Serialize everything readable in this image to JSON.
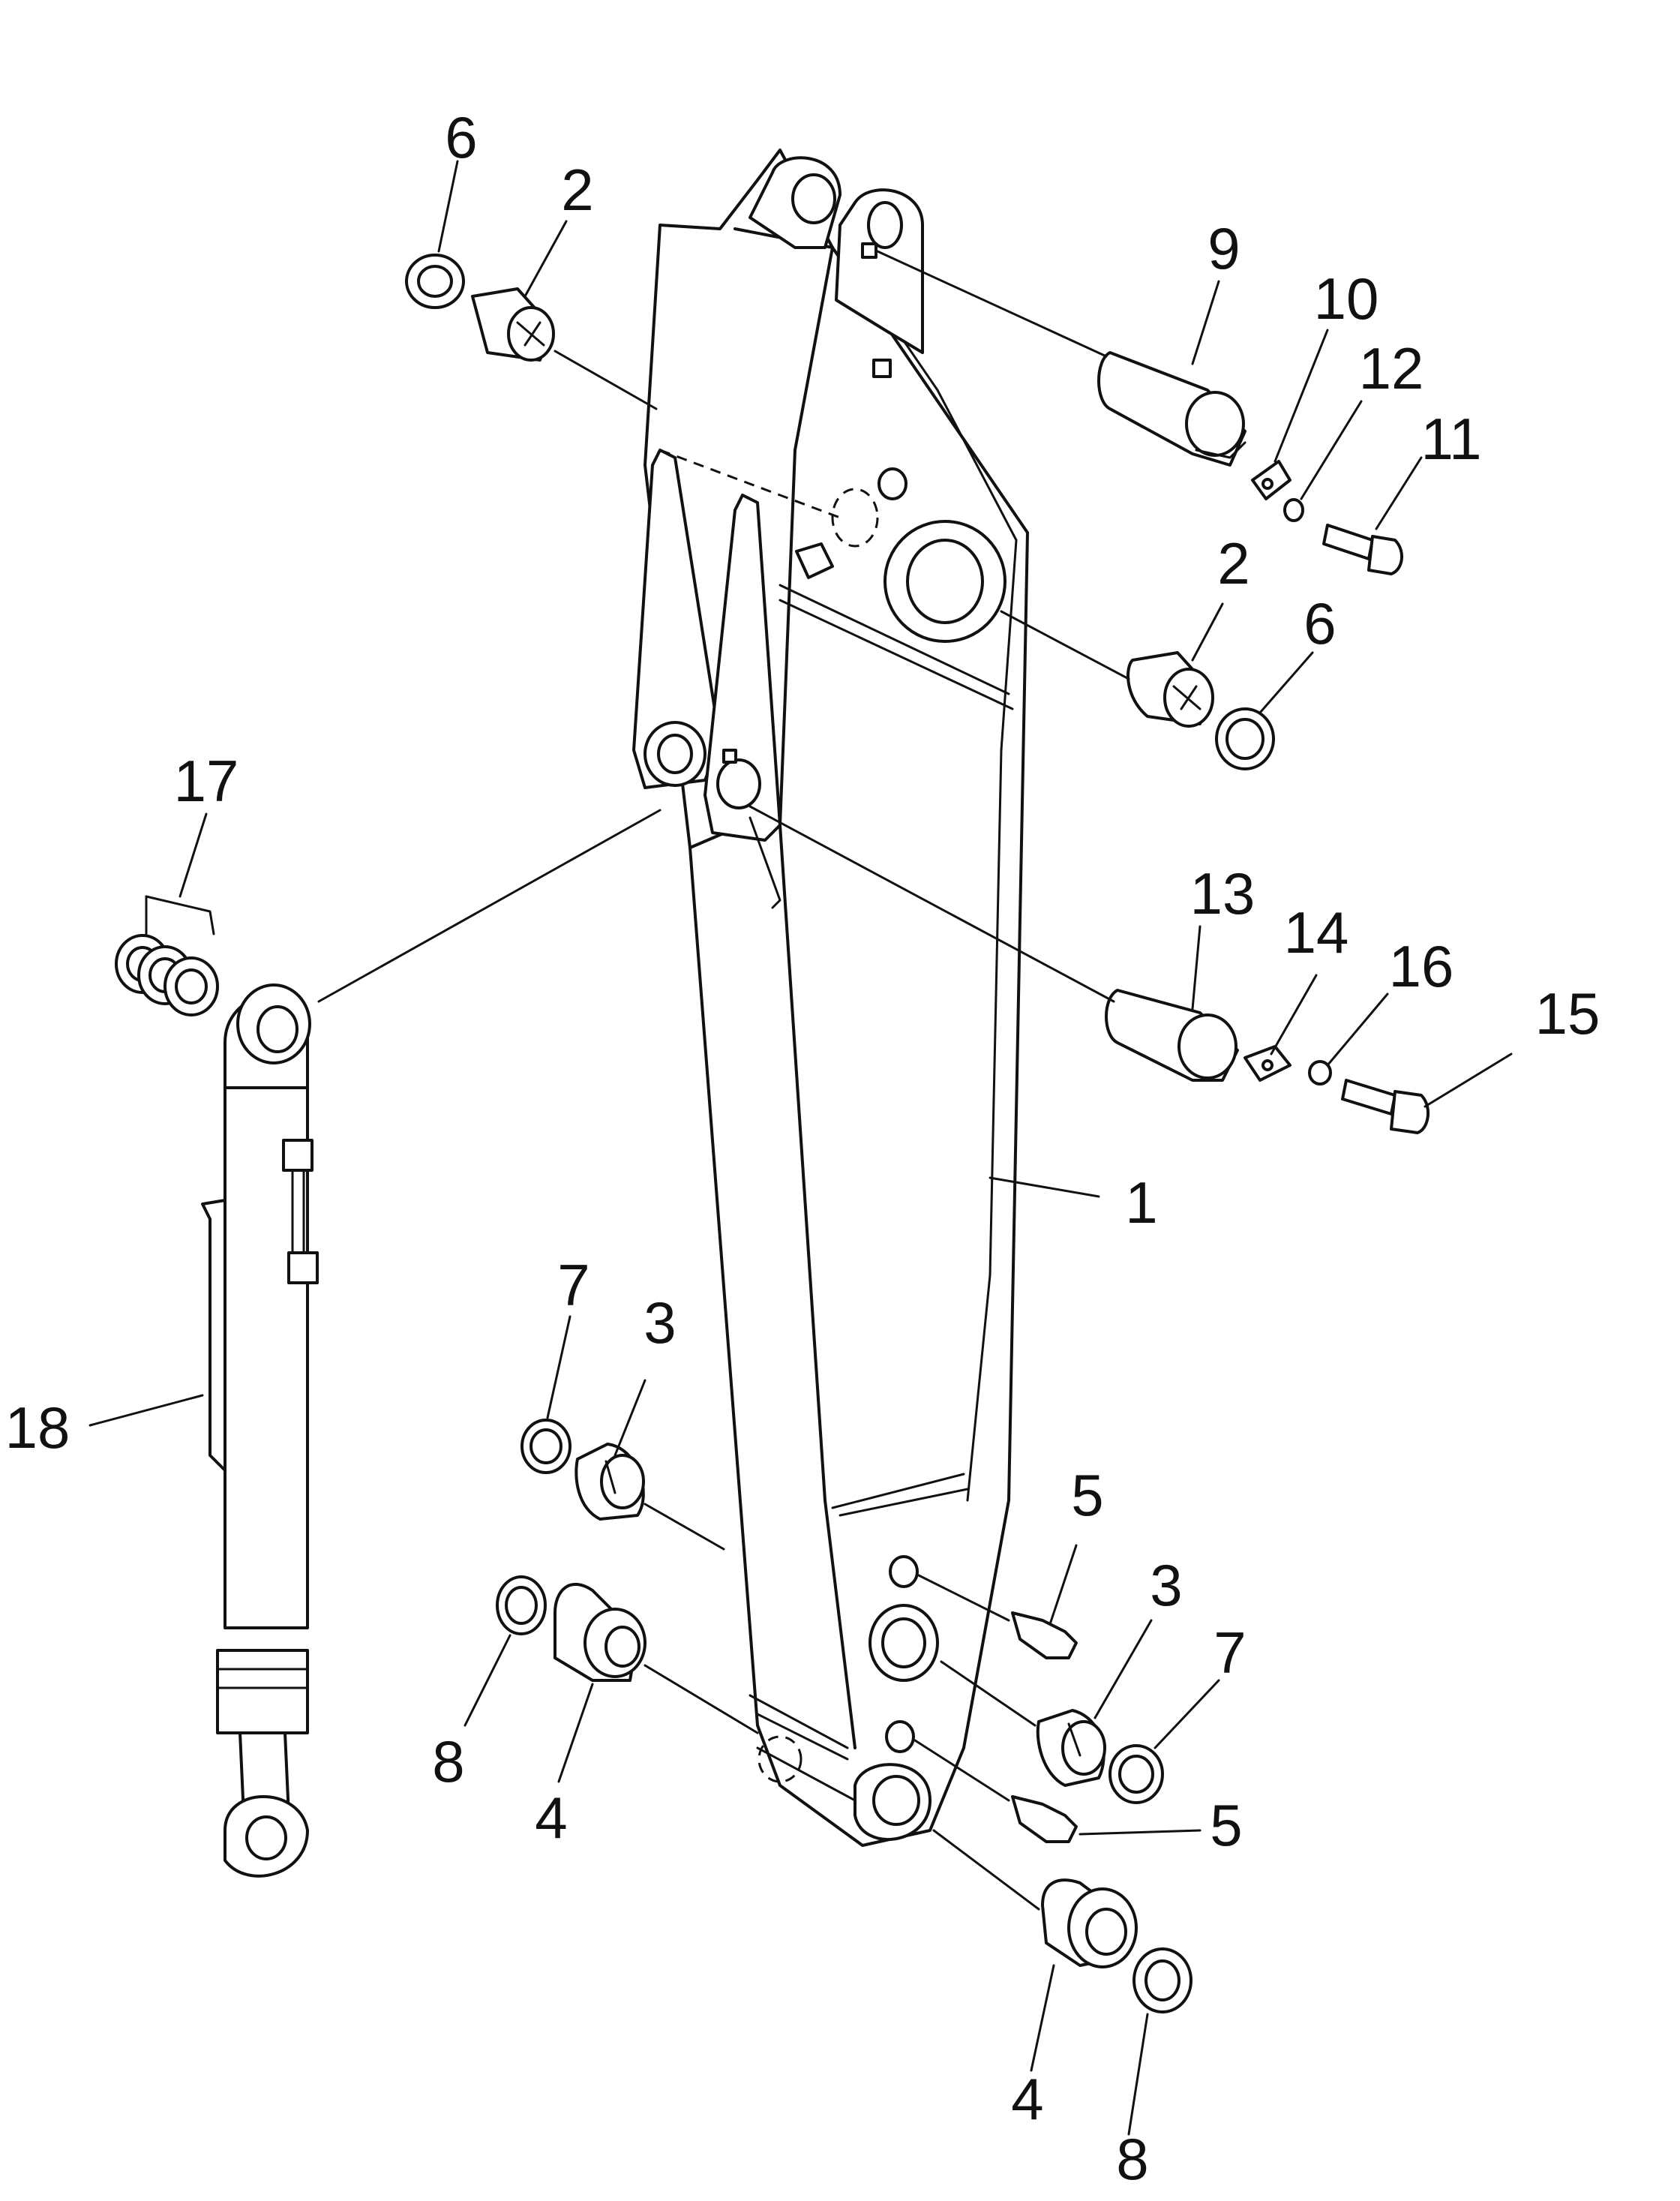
{
  "callouts": [
    {
      "id": "c6a",
      "label": "6"
    },
    {
      "id": "c2a",
      "label": "2"
    },
    {
      "id": "c9",
      "label": "9"
    },
    {
      "id": "c10",
      "label": "10"
    },
    {
      "id": "c12",
      "label": "12"
    },
    {
      "id": "c11",
      "label": "11"
    },
    {
      "id": "c2b",
      "label": "2"
    },
    {
      "id": "c6b",
      "label": "6"
    },
    {
      "id": "c17",
      "label": "17"
    },
    {
      "id": "c13",
      "label": "13"
    },
    {
      "id": "c14",
      "label": "14"
    },
    {
      "id": "c16",
      "label": "16"
    },
    {
      "id": "c15",
      "label": "15"
    },
    {
      "id": "c1",
      "label": "1"
    },
    {
      "id": "c18",
      "label": "18"
    },
    {
      "id": "c7a",
      "label": "7"
    },
    {
      "id": "c3a",
      "label": "3"
    },
    {
      "id": "c5a",
      "label": "5"
    },
    {
      "id": "c3b",
      "label": "3"
    },
    {
      "id": "c7b",
      "label": "7"
    },
    {
      "id": "c8a",
      "label": "8"
    },
    {
      "id": "c4a",
      "label": "4"
    },
    {
      "id": "c5b",
      "label": "5"
    },
    {
      "id": "c4b",
      "label": "4"
    },
    {
      "id": "c8b",
      "label": "8"
    }
  ]
}
